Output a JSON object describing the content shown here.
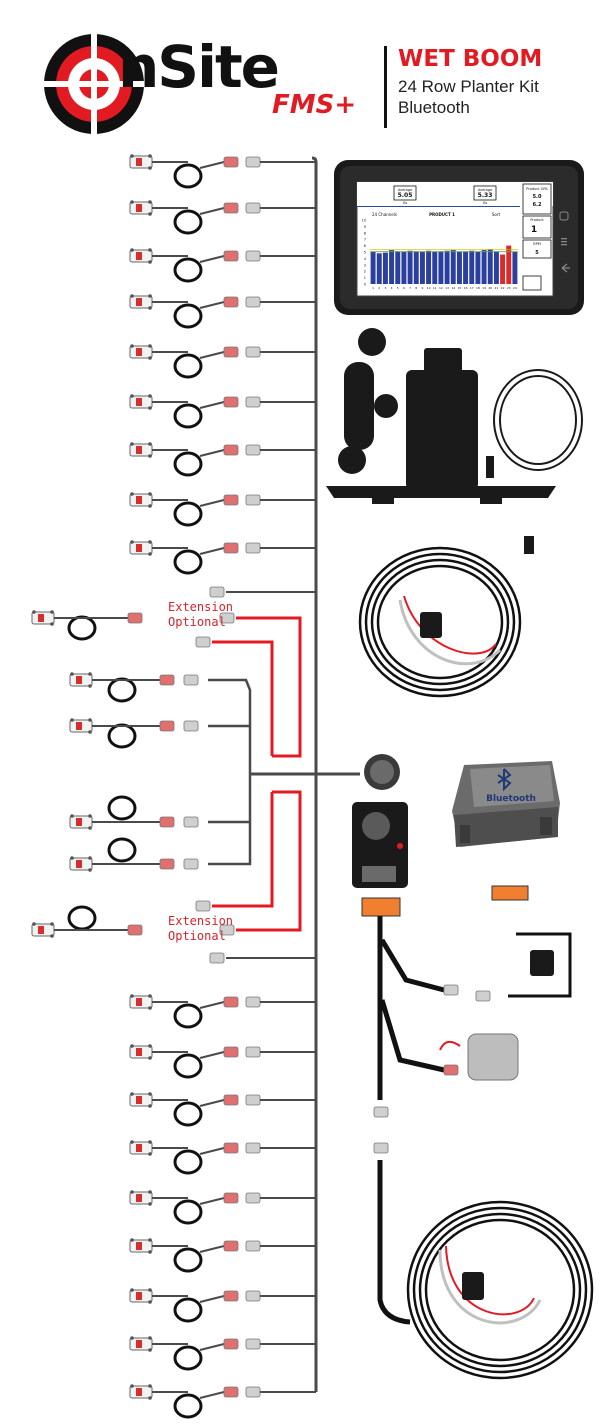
{
  "brand": {
    "name_main": "nSite",
    "name_sub": "FMS",
    "name_plus": "+",
    "colors": {
      "accent": "#e21b23",
      "dark": "#111111",
      "wire": "#4a4a4a",
      "connector": "#c8c8c8"
    }
  },
  "kit": {
    "title": "WET BOOM",
    "subtitle": "24 Row Planter Kit",
    "connectivity": "Bluetooth"
  },
  "extension_labels": [
    {
      "line1": "Extension",
      "line2": "Optional"
    },
    {
      "line1": "Extension",
      "line2": "Optional"
    }
  ],
  "tablet": {
    "average_left": "5.05",
    "average_left_unit": "Gs",
    "average_left_label": "Average",
    "average_right": "5.33",
    "average_right_unit": "Gs",
    "average_right_label": "Average",
    "product_gpa_label": "Product GPA",
    "gpa_line1": "5.0",
    "gpa_line2": "6.2",
    "channels_label": "24 Channels",
    "product_label": "PRODUCT 1",
    "sort_label": "Sort",
    "product_num_label": "Product",
    "product_num": "1",
    "rpm_label": "RPM",
    "rpm_value": "5",
    "y_ticks": [
      "10",
      "9",
      "8",
      "7",
      "6",
      "5",
      "4",
      "3",
      "2",
      "1",
      "0"
    ],
    "x_ticks": [
      "1",
      "2",
      "3",
      "4",
      "5",
      "6",
      "7",
      "8",
      "9",
      "10",
      "11",
      "12",
      "13",
      "14",
      "15",
      "16",
      "17",
      "18",
      "19",
      "20",
      "21",
      "22",
      "23",
      "24"
    ]
  },
  "bluetooth_module": {
    "label": "Bluetooth"
  },
  "icons": [
    "target-logo-icon",
    "bluetooth-icon",
    "back-arrow-icon",
    "home-icon",
    "menu-icon"
  ]
}
